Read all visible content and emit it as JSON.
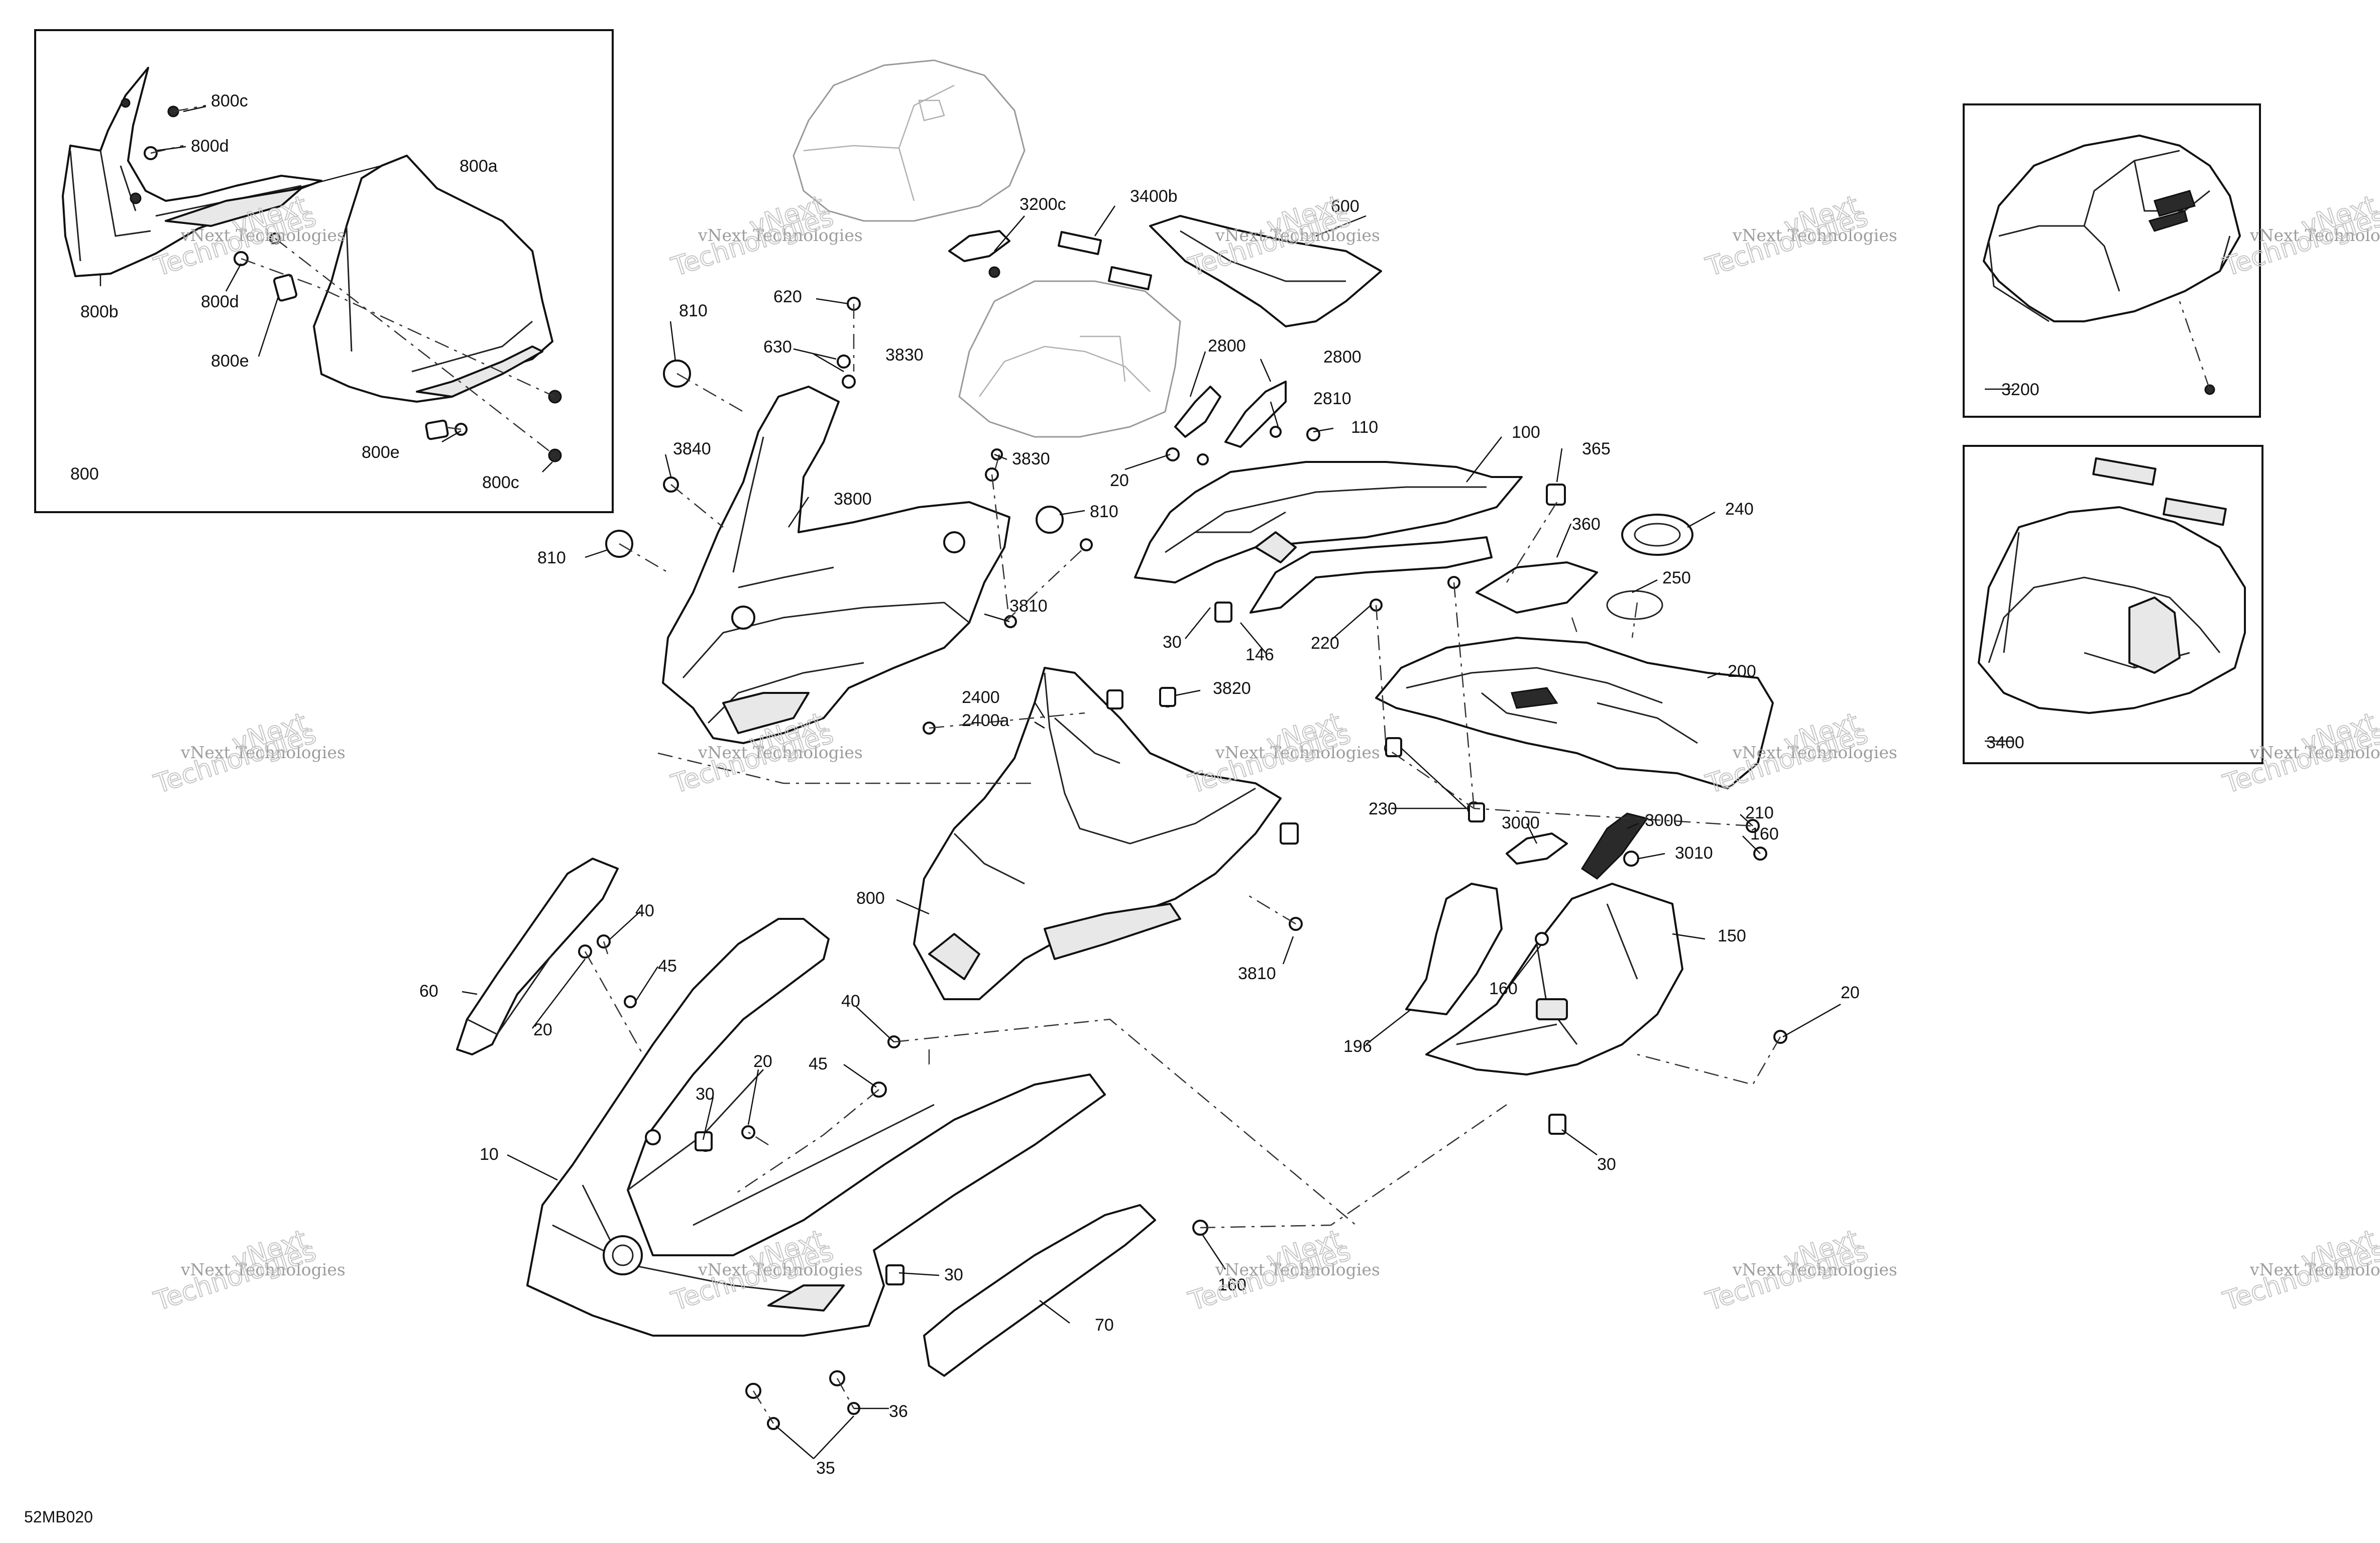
{
  "diagram_code": "52MB020",
  "watermark": {
    "line1": "vNext Technologies",
    "line2": "vNext",
    "line3": "Technologies"
  },
  "callouts": [
    {
      "id": "c800c_a",
      "text": "800c"
    },
    {
      "id": "c800d_a",
      "text": "800d"
    },
    {
      "id": "c800a",
      "text": "800a"
    },
    {
      "id": "c800b",
      "text": "800b"
    },
    {
      "id": "c800d_b",
      "text": "800d"
    },
    {
      "id": "c800e_a",
      "text": "800e"
    },
    {
      "id": "c800e_b",
      "text": "800e"
    },
    {
      "id": "c800c_b",
      "text": "800c"
    },
    {
      "id": "c800",
      "text": "800"
    },
    {
      "id": "c3200c",
      "text": "3200c"
    },
    {
      "id": "c3400b",
      "text": "3400b"
    },
    {
      "id": "c600",
      "text": "600"
    },
    {
      "id": "c620",
      "text": "620"
    },
    {
      "id": "c810_a",
      "text": "810"
    },
    {
      "id": "c630",
      "text": "630"
    },
    {
      "id": "c3830_a",
      "text": "3830"
    },
    {
      "id": "c3840",
      "text": "3840"
    },
    {
      "id": "c3830_b",
      "text": "3830"
    },
    {
      "id": "c3800",
      "text": "3800"
    },
    {
      "id": "c810_b",
      "text": "810"
    },
    {
      "id": "c810_c",
      "text": "810"
    },
    {
      "id": "c2800_a",
      "text": "2800"
    },
    {
      "id": "c2800_b",
      "text": "2800"
    },
    {
      "id": "c2810",
      "text": "2810"
    },
    {
      "id": "c110",
      "text": "110"
    },
    {
      "id": "c20_a",
      "text": "20"
    },
    {
      "id": "c100",
      "text": "100"
    },
    {
      "id": "c365",
      "text": "365"
    },
    {
      "id": "c360",
      "text": "360"
    },
    {
      "id": "c240",
      "text": "240"
    },
    {
      "id": "c250",
      "text": "250"
    },
    {
      "id": "c3810_a",
      "text": "3810"
    },
    {
      "id": "c30_a",
      "text": "30"
    },
    {
      "id": "c146",
      "text": "146"
    },
    {
      "id": "c220",
      "text": "220"
    },
    {
      "id": "c200",
      "text": "200"
    },
    {
      "id": "c2400",
      "text": "2400"
    },
    {
      "id": "c2400a",
      "text": "2400a"
    },
    {
      "id": "c3820",
      "text": "3820"
    },
    {
      "id": "c230",
      "text": "230"
    },
    {
      "id": "c3000_a",
      "text": "3000"
    },
    {
      "id": "c3000_b",
      "text": "3000"
    },
    {
      "id": "c210",
      "text": "210"
    },
    {
      "id": "c160_a",
      "text": "160"
    },
    {
      "id": "c3010",
      "text": "3010"
    },
    {
      "id": "c800_b",
      "text": "800"
    },
    {
      "id": "c3810_b",
      "text": "3810"
    },
    {
      "id": "c150",
      "text": "150"
    },
    {
      "id": "c160_b",
      "text": "160"
    },
    {
      "id": "c196",
      "text": "196"
    },
    {
      "id": "c20_b",
      "text": "20"
    },
    {
      "id": "c30_b",
      "text": "30"
    },
    {
      "id": "c40_a",
      "text": "40"
    },
    {
      "id": "c45_a",
      "text": "45"
    },
    {
      "id": "c60",
      "text": "60"
    },
    {
      "id": "c20_c",
      "text": "20"
    },
    {
      "id": "c40_b",
      "text": "40"
    },
    {
      "id": "c45_b",
      "text": "45"
    },
    {
      "id": "c20_d",
      "text": "20"
    },
    {
      "id": "c30_c",
      "text": "30"
    },
    {
      "id": "c10",
      "text": "10"
    },
    {
      "id": "c30_d",
      "text": "30"
    },
    {
      "id": "c70",
      "text": "70"
    },
    {
      "id": "c160_c",
      "text": "160"
    },
    {
      "id": "c36",
      "text": "36"
    },
    {
      "id": "c35",
      "text": "35"
    },
    {
      "id": "c3200",
      "text": "3200"
    },
    {
      "id": "c3400",
      "text": "3400"
    }
  ]
}
